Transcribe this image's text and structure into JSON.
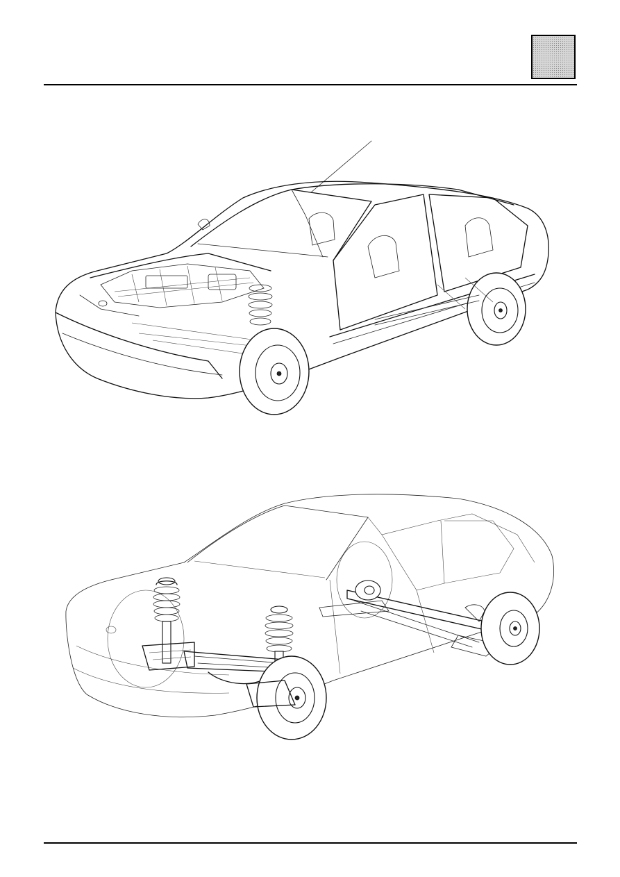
{
  "page": {
    "tab_marker": "grey-tab",
    "figures": [
      {
        "id": "cutaway-vehicle",
        "leader_line": true
      },
      {
        "id": "suspension-layout"
      }
    ]
  }
}
